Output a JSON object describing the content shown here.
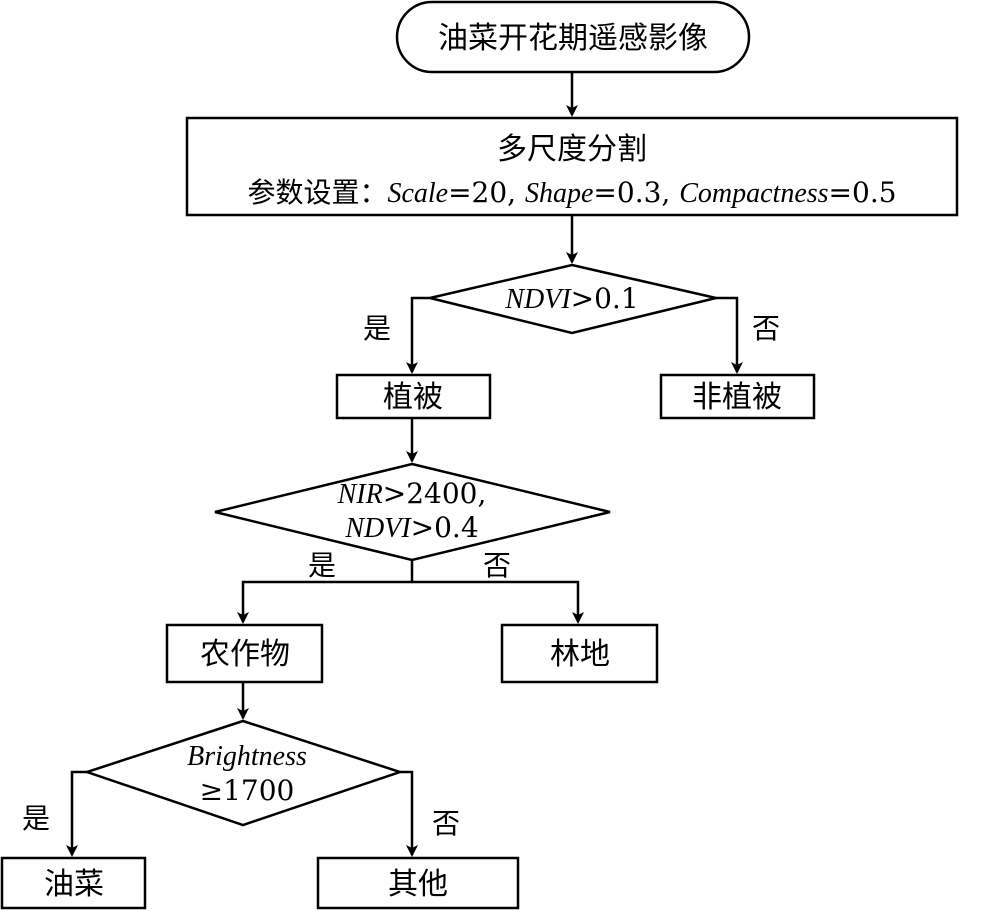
{
  "start": {
    "label": "油菜开花期遥感影像"
  },
  "segmentation": {
    "title": "多尺度分割",
    "params_prefix": "参数设置：",
    "param1_name": "Scale",
    "param1_value": "=20, ",
    "param2_name": "Shape",
    "param2_value": "=0.3, ",
    "param3_name": "Compactness",
    "param3_value": "=0.5"
  },
  "decision1": {
    "var": "NDVI",
    "cond": ">0.1",
    "yes": "是",
    "no": "否"
  },
  "vegetation": {
    "label": "植被"
  },
  "non_vegetation": {
    "label": "非植被"
  },
  "decision2": {
    "var1": "NIR",
    "cond1": ">2400,",
    "var2": "NDVI",
    "cond2": ">0.4",
    "yes": "是",
    "no": "否"
  },
  "crops": {
    "label": "农作物"
  },
  "forest": {
    "label": "林地"
  },
  "decision3": {
    "var": "Brightness",
    "cond": "≥1700",
    "yes": "是",
    "no": "否"
  },
  "rapeseed": {
    "label": "油菜"
  },
  "others": {
    "label": "其他"
  }
}
